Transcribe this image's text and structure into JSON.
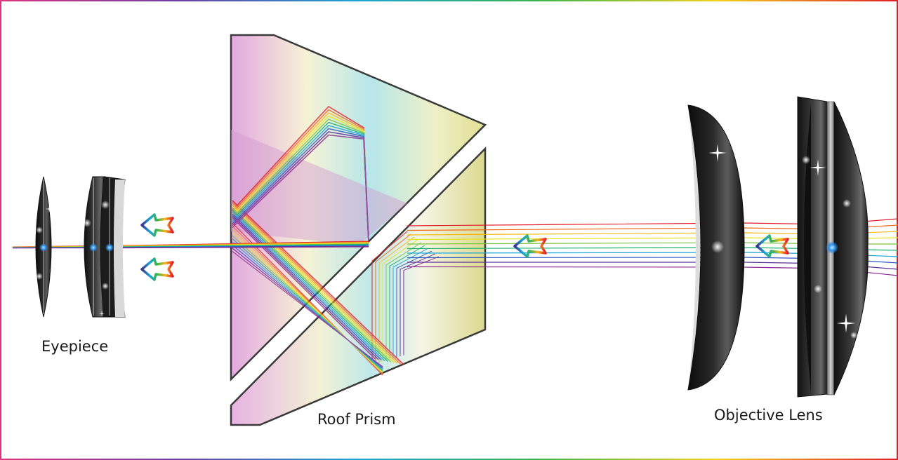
{
  "labels": {
    "eyepiece": "Eyepiece",
    "prism": "Roof Prism",
    "objective": "Objective Lens"
  },
  "colors": {
    "spectrum": [
      "#e11c2a",
      "#f06a1c",
      "#f6b91a",
      "#e8e51c",
      "#7cc242",
      "#18b26b",
      "#1aa6d7",
      "#2a57c6",
      "#5b2d92",
      "#8b2a8f"
    ],
    "prism_outline": "#3a3a3a",
    "lens_dark": "#141414",
    "lens_light": "#d9d9d9"
  },
  "icons": [
    "direction-arrow-icon",
    "sparkle-icon",
    "focal-point-icon"
  ]
}
